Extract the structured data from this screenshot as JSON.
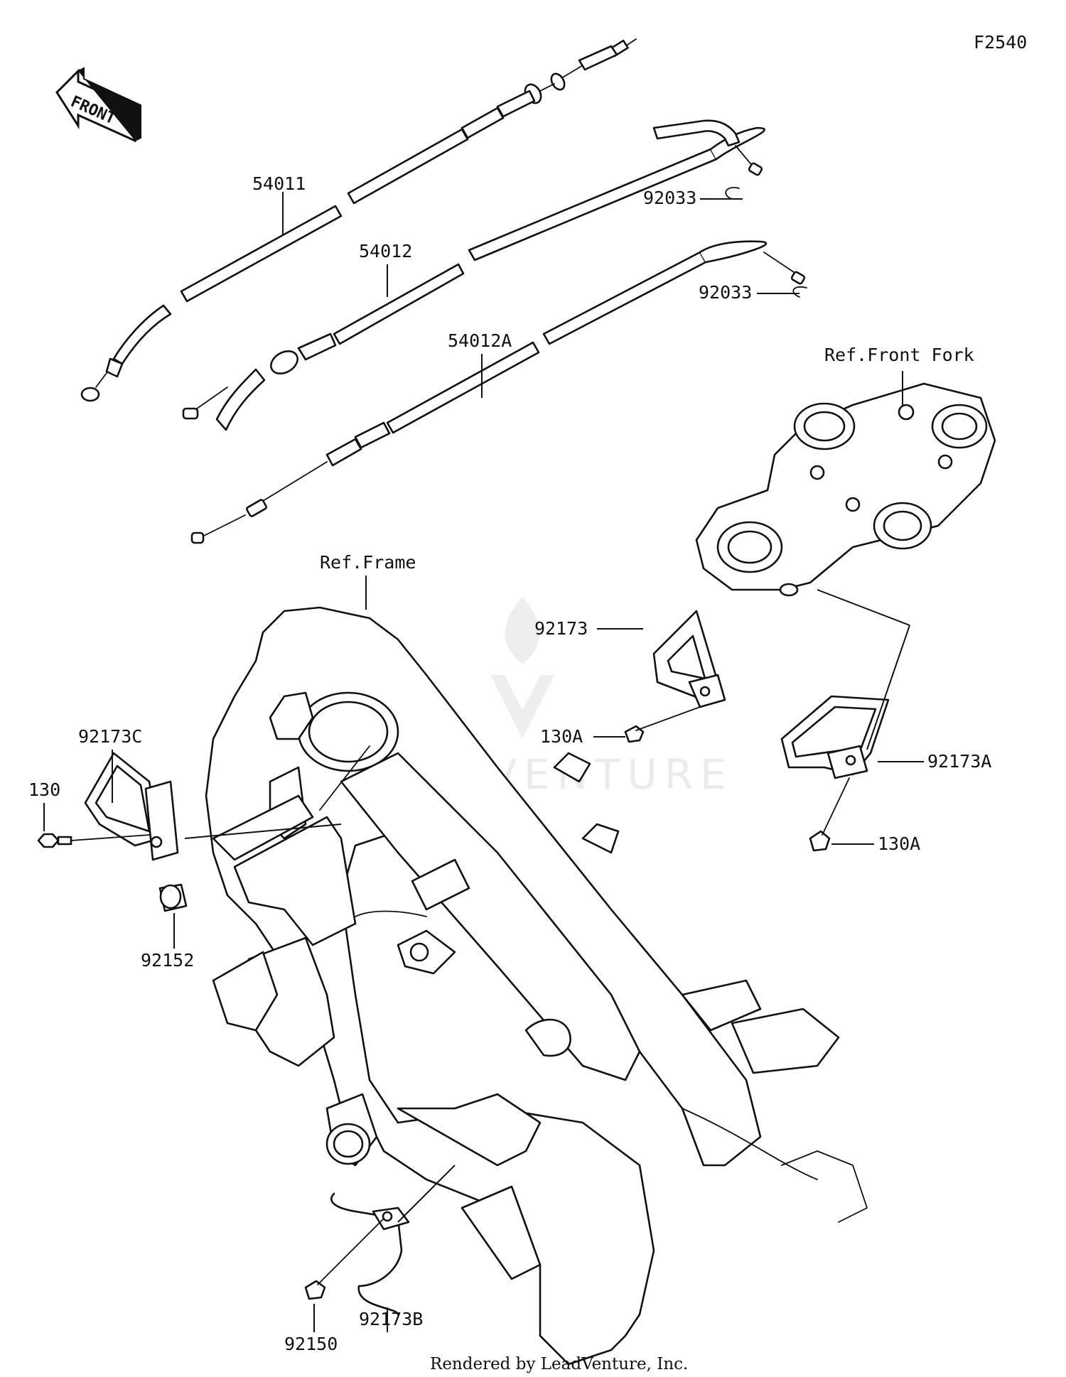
{
  "diagram_code": "F2540",
  "footer_text": "Rendered by LeadVenture, Inc.",
  "watermark_text": "LEADVENTURE",
  "front_arrow_text": "FRONT",
  "references": {
    "front_fork": "Ref.Front Fork",
    "frame": "Ref.Frame"
  },
  "part_labels": {
    "p54011": "54011",
    "p54012": "54012",
    "p54012A": "54012A",
    "p92033_a": "92033",
    "p92033_b": "92033",
    "p92173": "92173",
    "p130A_a": "130A",
    "p92173A": "92173A",
    "p130A_b": "130A",
    "p92173C": "92173C",
    "p130": "130",
    "p92152": "92152",
    "p92150": "92150",
    "p92173B": "92173B"
  },
  "colors": {
    "line": "#111111",
    "background": "#ffffff",
    "watermark": "#ebebeb"
  }
}
